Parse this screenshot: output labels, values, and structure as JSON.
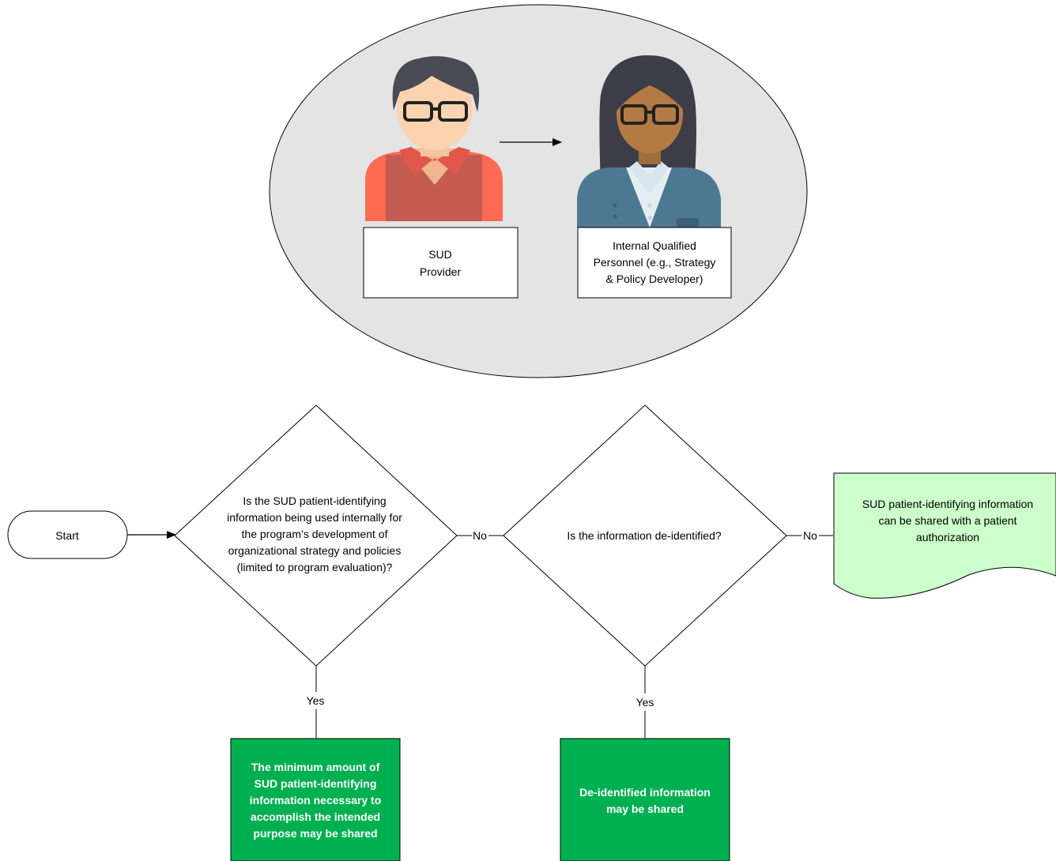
{
  "top": {
    "provider_label": [
      "SUD",
      "Provider"
    ],
    "personnel_label": [
      "Internal Qualified",
      "Personnel (e.g., Strategy",
      "& Policy Developer)"
    ]
  },
  "flow": {
    "start": "Start",
    "question1": [
      "Is the SUD patient-identifying",
      "information being used internally for",
      "the program’s development of",
      "organizational strategy and policies",
      "(limited to program evaluation)?"
    ],
    "question2": "Is the information de-identified?",
    "no_label_1": "No",
    "no_label_2": "No",
    "yes_label_1": "Yes",
    "yes_label_2": "Yes",
    "result_yes1": [
      "The minimum amount of",
      "SUD patient-identifying",
      "information necessary to",
      "accomplish the intended",
      "purpose may be shared"
    ],
    "result_yes2": [
      "De-identified information",
      "may be shared"
    ],
    "result_no": [
      "SUD patient-identifying information",
      "can be shared with a patient",
      "authorization"
    ]
  },
  "colors": {
    "ellipse_fill": "#e4e4e4",
    "result_green": "#00b050",
    "document_green": "#ccffcc",
    "provider_shirt": "#c45c52",
    "personnel_jacket": "#4d7891"
  }
}
